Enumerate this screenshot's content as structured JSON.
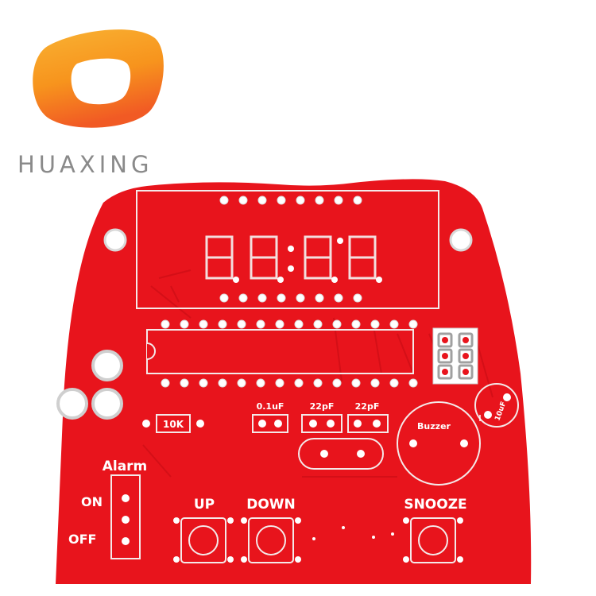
{
  "brand": {
    "name": "HUAXING",
    "logo_colors": {
      "outer_top": "#f7a21b",
      "outer_bottom": "#f15a24",
      "inner": "#ffffff"
    }
  },
  "board": {
    "color": "#e8141c",
    "silkscreen_color": "#ffffff",
    "labels": {
      "alarm": "Alarm",
      "on": "ON",
      "off": "OFF",
      "up": "UP",
      "down": "DOWN",
      "snooze": "SNOOZE",
      "resistor": "10K",
      "cap1": "0.1uF",
      "cap2": "22pF",
      "cap3": "22pF",
      "buzzer": "Buzzer",
      "electrolytic": "10uF"
    }
  }
}
